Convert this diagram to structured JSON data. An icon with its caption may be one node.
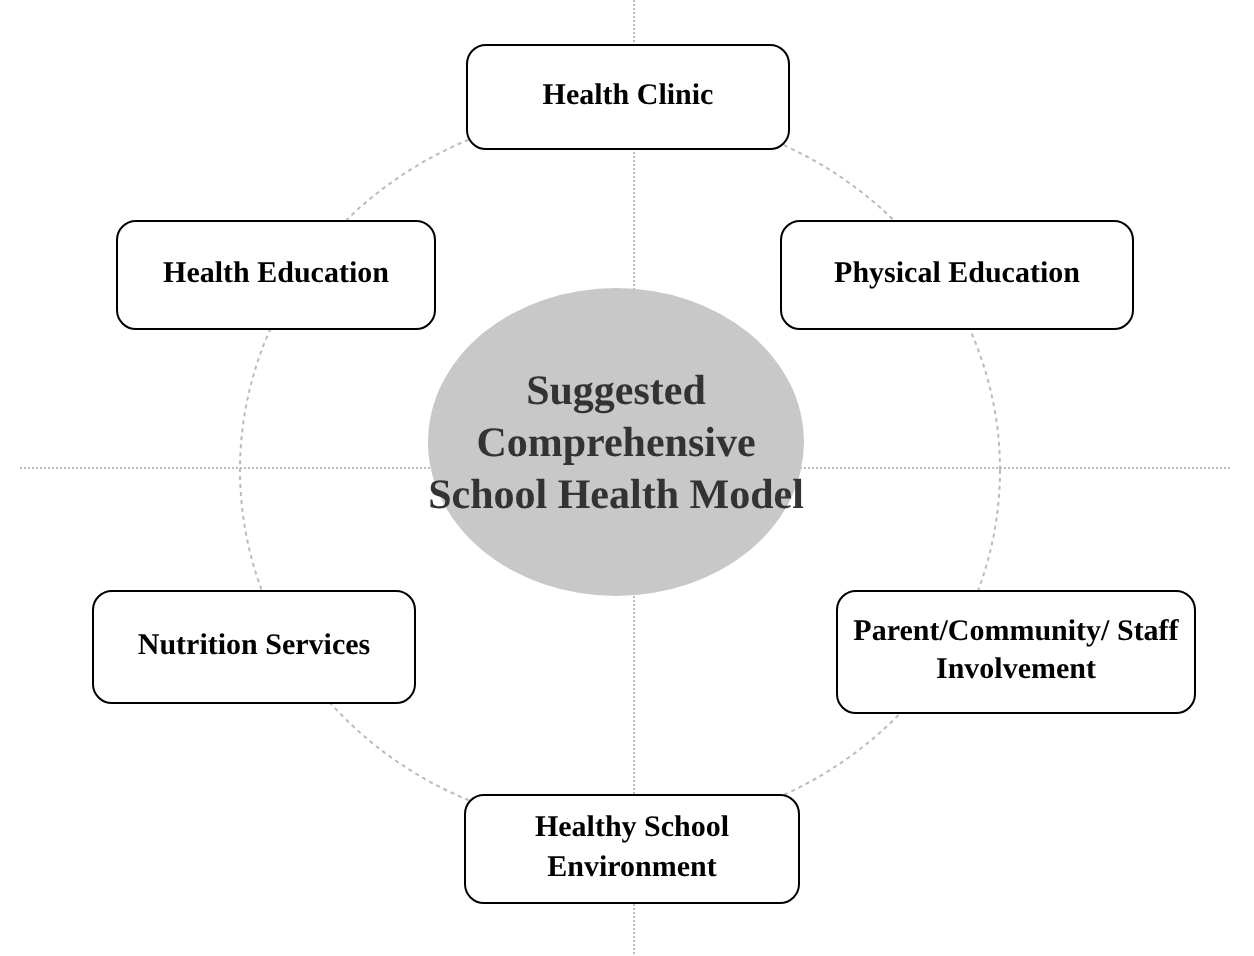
{
  "diagram": {
    "nodes": [
      {
        "text": [
          "Health Clinic"
        ]
      },
      {
        "text": [
          "Health Education"
        ]
      },
      {
        "text": [
          "Physical Education"
        ]
      },
      {
        "text": [
          "Suggested Comprehensive School Health Model"
        ]
      },
      {
        "text": [
          "Nutrition Services"
        ]
      },
      {
        "text": [
          "Parent/Community/ Staff Involvement"
        ]
      },
      {
        "text": [
          "Healthy School Environment"
        ]
      }
    ]
  }
}
